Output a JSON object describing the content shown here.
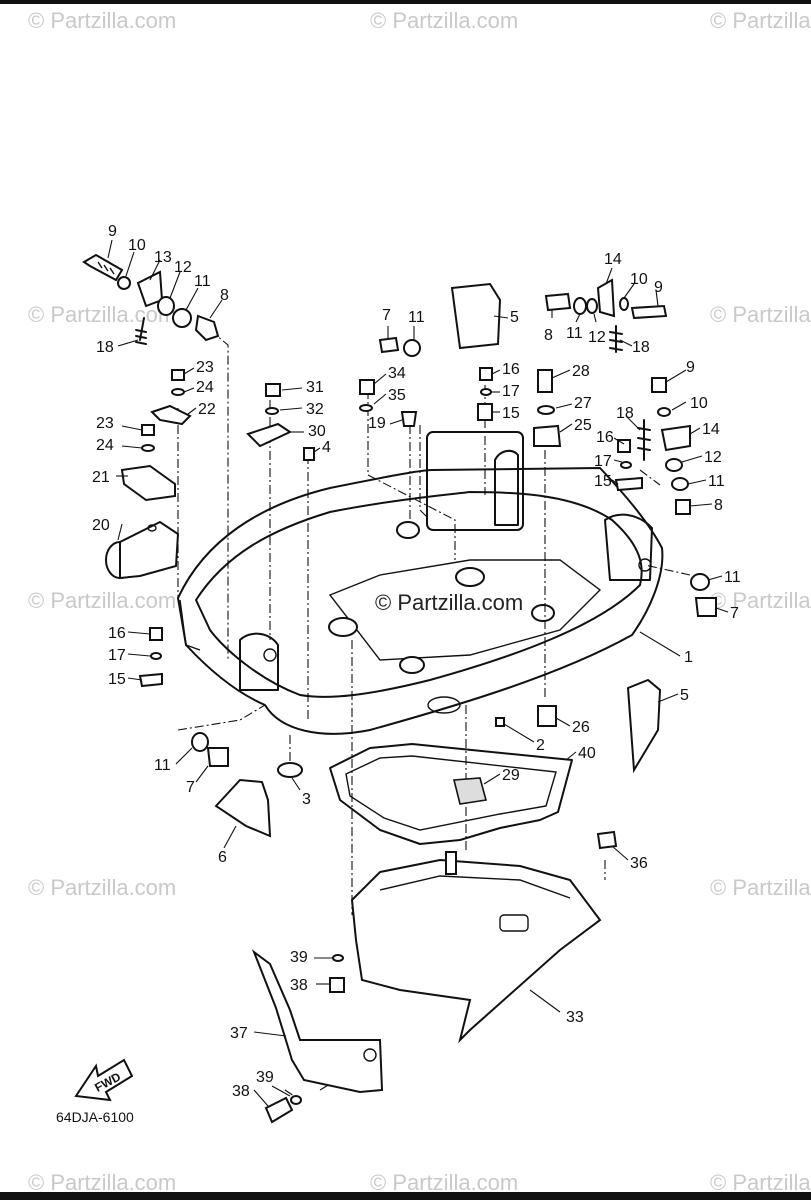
{
  "diagram": {
    "drawing_code": "64DJA-6100",
    "fwd_label": "FWD",
    "watermark_text": "© Partzilla.com",
    "center_watermark_text": "© Partzilla.com",
    "callouts": [
      {
        "id": "c-9a",
        "text": "9"
      },
      {
        "id": "c-10a",
        "text": "10"
      },
      {
        "id": "c-13",
        "text": "13"
      },
      {
        "id": "c-12a",
        "text": "12"
      },
      {
        "id": "c-11a",
        "text": "11"
      },
      {
        "id": "c-8a",
        "text": "8"
      },
      {
        "id": "c-18a",
        "text": "18"
      },
      {
        "id": "c-23a",
        "text": "23"
      },
      {
        "id": "c-24a",
        "text": "24"
      },
      {
        "id": "c-22",
        "text": "22"
      },
      {
        "id": "c-23b",
        "text": "23"
      },
      {
        "id": "c-24b",
        "text": "24"
      },
      {
        "id": "c-21",
        "text": "21"
      },
      {
        "id": "c-20",
        "text": "20"
      },
      {
        "id": "c-7a",
        "text": "7"
      },
      {
        "id": "c-11b",
        "text": "11"
      },
      {
        "id": "c-5a",
        "text": "5"
      },
      {
        "id": "c-31",
        "text": "31"
      },
      {
        "id": "c-32",
        "text": "32"
      },
      {
        "id": "c-30",
        "text": "30"
      },
      {
        "id": "c-4",
        "text": "4"
      },
      {
        "id": "c-34",
        "text": "34"
      },
      {
        "id": "c-35",
        "text": "35"
      },
      {
        "id": "c-19",
        "text": "19"
      },
      {
        "id": "c-16a",
        "text": "16"
      },
      {
        "id": "c-17a",
        "text": "17"
      },
      {
        "id": "c-15a",
        "text": "15"
      },
      {
        "id": "c-14a",
        "text": "14"
      },
      {
        "id": "c-10b",
        "text": "10"
      },
      {
        "id": "c-9b",
        "text": "9"
      },
      {
        "id": "c-8b",
        "text": "8"
      },
      {
        "id": "c-11c",
        "text": "11"
      },
      {
        "id": "c-12b",
        "text": "12"
      },
      {
        "id": "c-18b",
        "text": "18"
      },
      {
        "id": "c-28",
        "text": "28"
      },
      {
        "id": "c-27",
        "text": "27"
      },
      {
        "id": "c-25",
        "text": "25"
      },
      {
        "id": "c-9c",
        "text": "9"
      },
      {
        "id": "c-10c",
        "text": "10"
      },
      {
        "id": "c-18c",
        "text": "18"
      },
      {
        "id": "c-14b",
        "text": "14"
      },
      {
        "id": "c-16b",
        "text": "16"
      },
      {
        "id": "c-12c",
        "text": "12"
      },
      {
        "id": "c-17b",
        "text": "17"
      },
      {
        "id": "c-11d",
        "text": "11"
      },
      {
        "id": "c-15b",
        "text": "15"
      },
      {
        "id": "c-8c",
        "text": "8"
      },
      {
        "id": "c-11e",
        "text": "11"
      },
      {
        "id": "c-7b",
        "text": "7"
      },
      {
        "id": "c-1",
        "text": "1"
      },
      {
        "id": "c-16c",
        "text": "16"
      },
      {
        "id": "c-17c",
        "text": "17"
      },
      {
        "id": "c-15c",
        "text": "15"
      },
      {
        "id": "c-5b",
        "text": "5"
      },
      {
        "id": "c-26",
        "text": "26"
      },
      {
        "id": "c-2",
        "text": "2"
      },
      {
        "id": "c-40",
        "text": "40"
      },
      {
        "id": "c-11f",
        "text": "11"
      },
      {
        "id": "c-7c",
        "text": "7"
      },
      {
        "id": "c-29",
        "text": "29"
      },
      {
        "id": "c-3",
        "text": "3"
      },
      {
        "id": "c-6",
        "text": "6"
      },
      {
        "id": "c-36",
        "text": "36"
      },
      {
        "id": "c-39a",
        "text": "39"
      },
      {
        "id": "c-38a",
        "text": "38"
      },
      {
        "id": "c-33",
        "text": "33"
      },
      {
        "id": "c-37",
        "text": "37"
      },
      {
        "id": "c-39b",
        "text": "39"
      },
      {
        "id": "c-38b",
        "text": "38"
      }
    ]
  }
}
